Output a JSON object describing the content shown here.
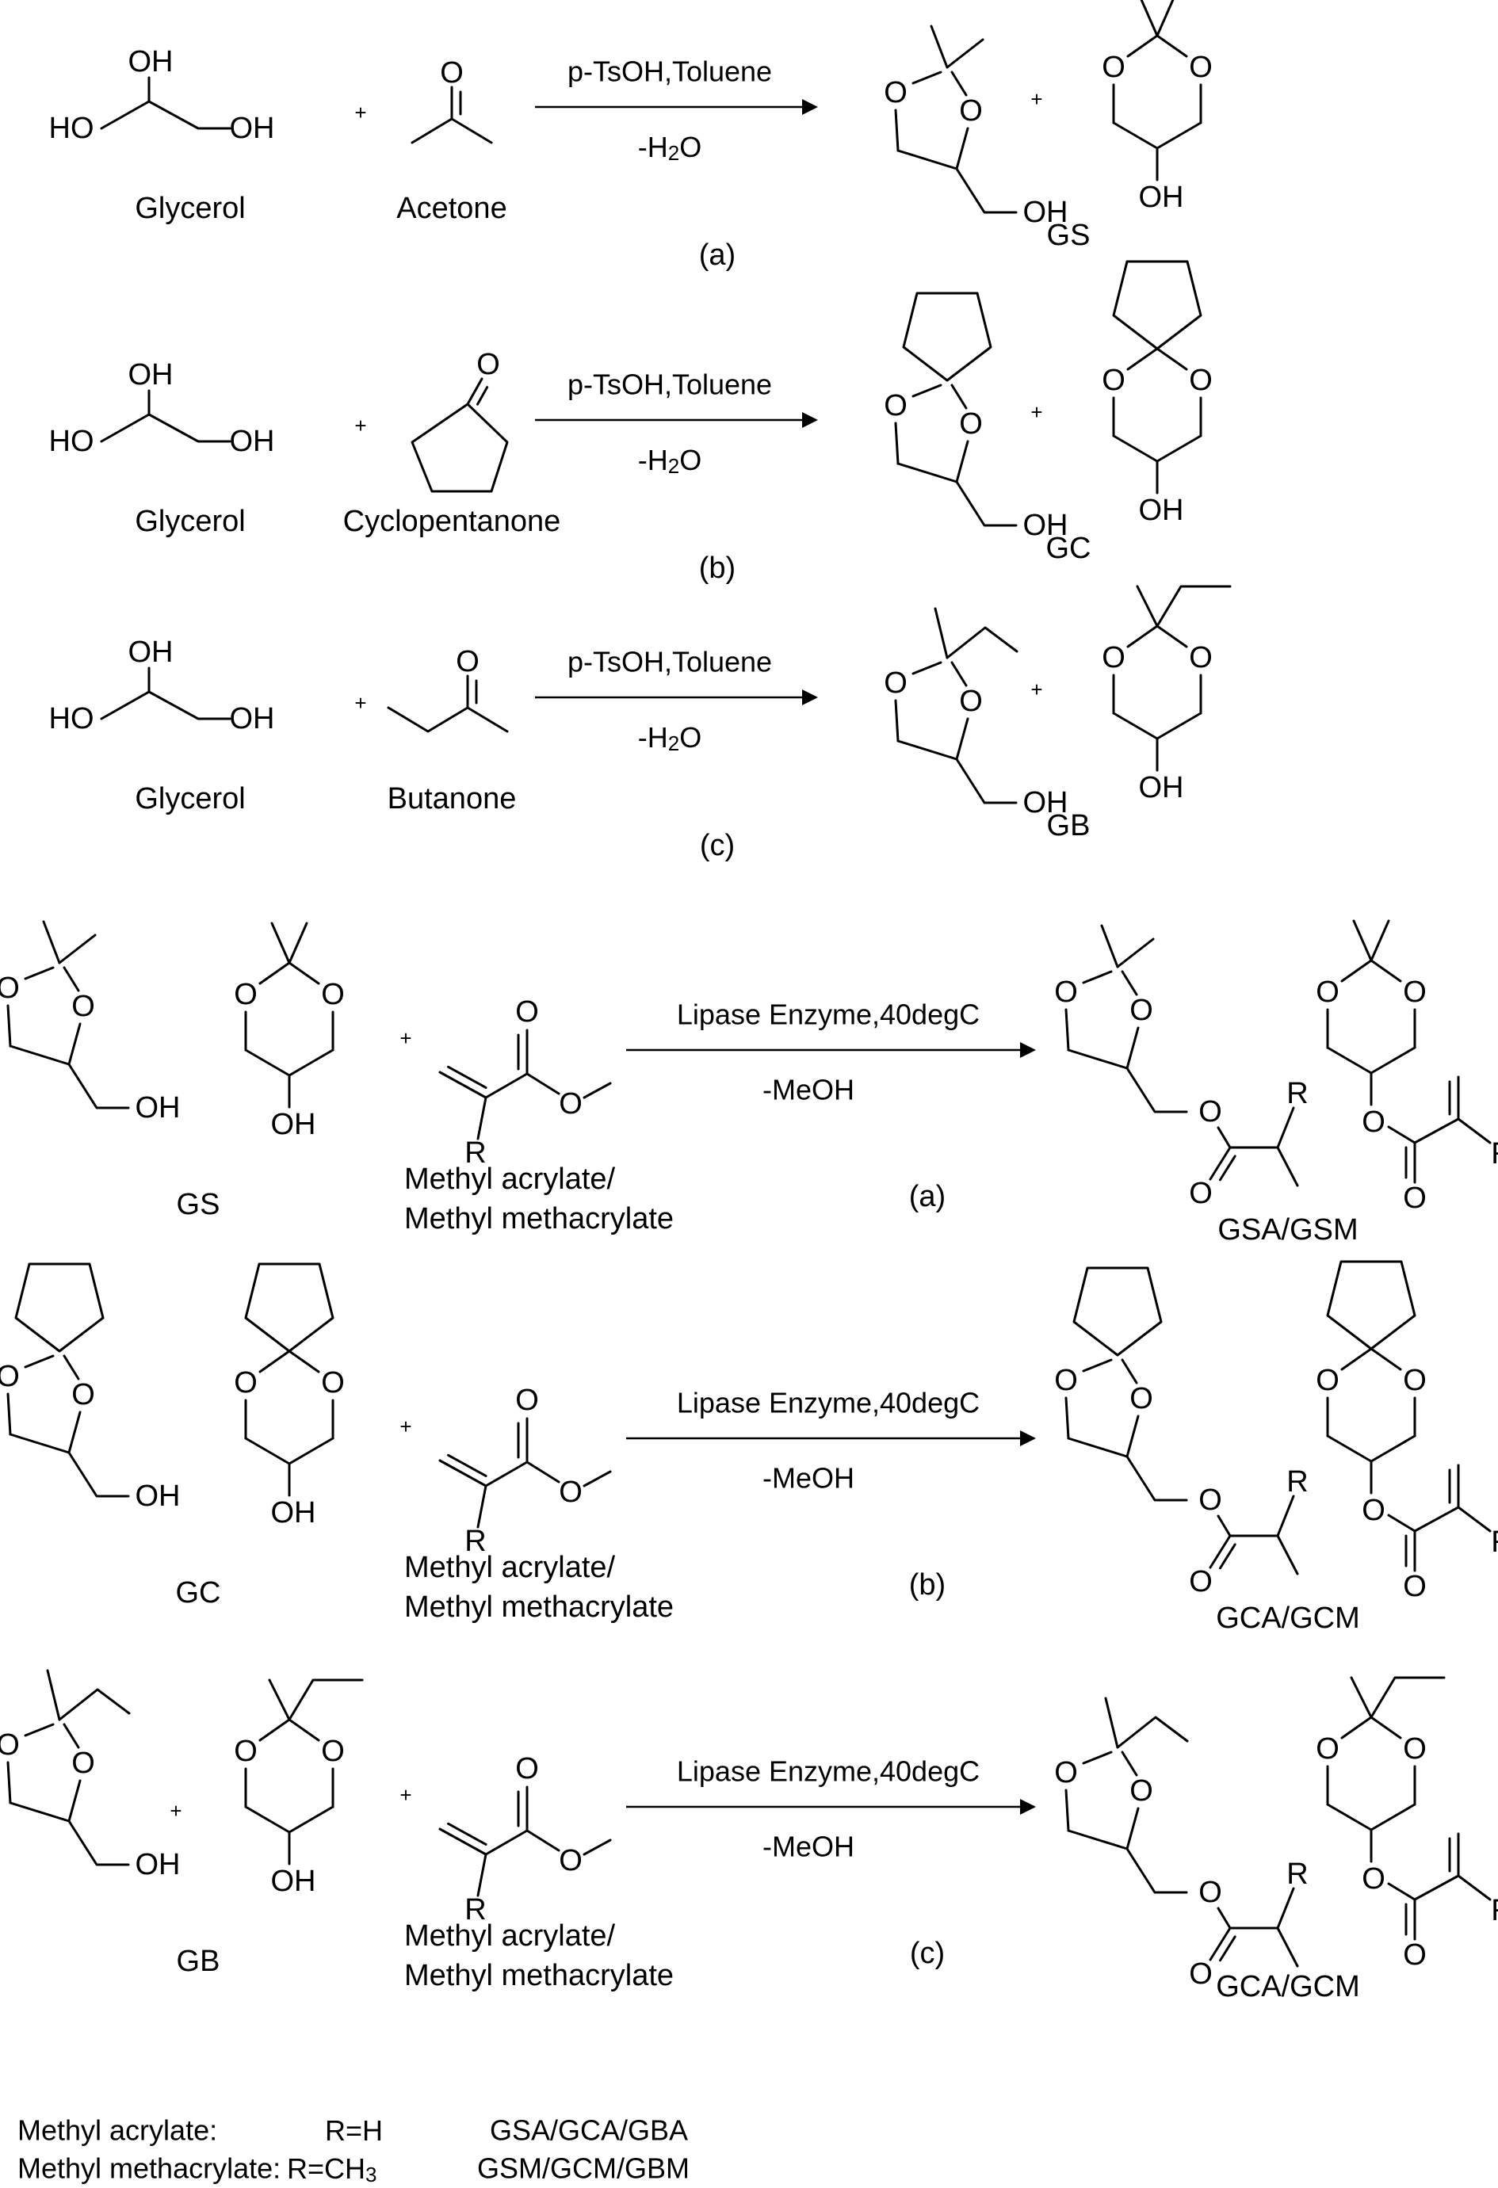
{
  "reaction_scheme_1": {
    "reactions": [
      {
        "tag": "(a)",
        "reactant1": "Glycerol",
        "reactant2": "Acetone",
        "reagent": "p-TsOH,Toluene",
        "byproduct": "-H2O",
        "product": "GS"
      },
      {
        "tag": "(b)",
        "reactant1": "Glycerol",
        "reactant2": "Cyclopentanone",
        "reagent": "p-TsOH,Toluene",
        "byproduct": "-H2O",
        "product": "GC"
      },
      {
        "tag": "(c)",
        "reactant1": "Glycerol",
        "reactant2": "Butanone",
        "reagent": "p-TsOH,Toluene",
        "byproduct": "-H2O",
        "product": "GB"
      }
    ]
  },
  "reaction_scheme_2": {
    "reactions": [
      {
        "tag": "(a)",
        "reactant": "GS",
        "ester_line1": "Methyl acrylate/",
        "ester_line2": "Methyl methacrylate",
        "reagent": "Lipase Enzyme,40degC",
        "byproduct": "-MeOH",
        "product": "GSA/GSM"
      },
      {
        "tag": "(b)",
        "reactant": "GC",
        "ester_line1": "Methyl acrylate/",
        "ester_line2": "Methyl methacrylate",
        "reagent": "Lipase Enzyme,40degC",
        "byproduct": "-MeOH",
        "product": "GCA/GCM"
      },
      {
        "tag": "(c)",
        "reactant": "GB",
        "ester_line1": "Methyl acrylate/",
        "ester_line2": "Methyl methacrylate",
        "reagent": "Lipase Enzyme,40degC",
        "byproduct": "-MeOH",
        "product": "GCA/GCM"
      }
    ]
  },
  "atom_labels": {
    "hydroxyl": "OH",
    "hydroxyl_left": "HO",
    "oxygen": "O",
    "substituent": "R",
    "plus": "+",
    "water_prefix": "-H",
    "water_subscript": "2",
    "water_suffix": "O"
  },
  "legend": {
    "rows": [
      {
        "name": "Methyl acrylate:",
        "r_text": "R=H",
        "r_sub": "",
        "products": "GSA/GCA/GBA"
      },
      {
        "name": "Methyl methacrylate:",
        "r_text": "R=CH",
        "r_sub": "3",
        "products": "GSM/GCM/GBM"
      }
    ]
  }
}
